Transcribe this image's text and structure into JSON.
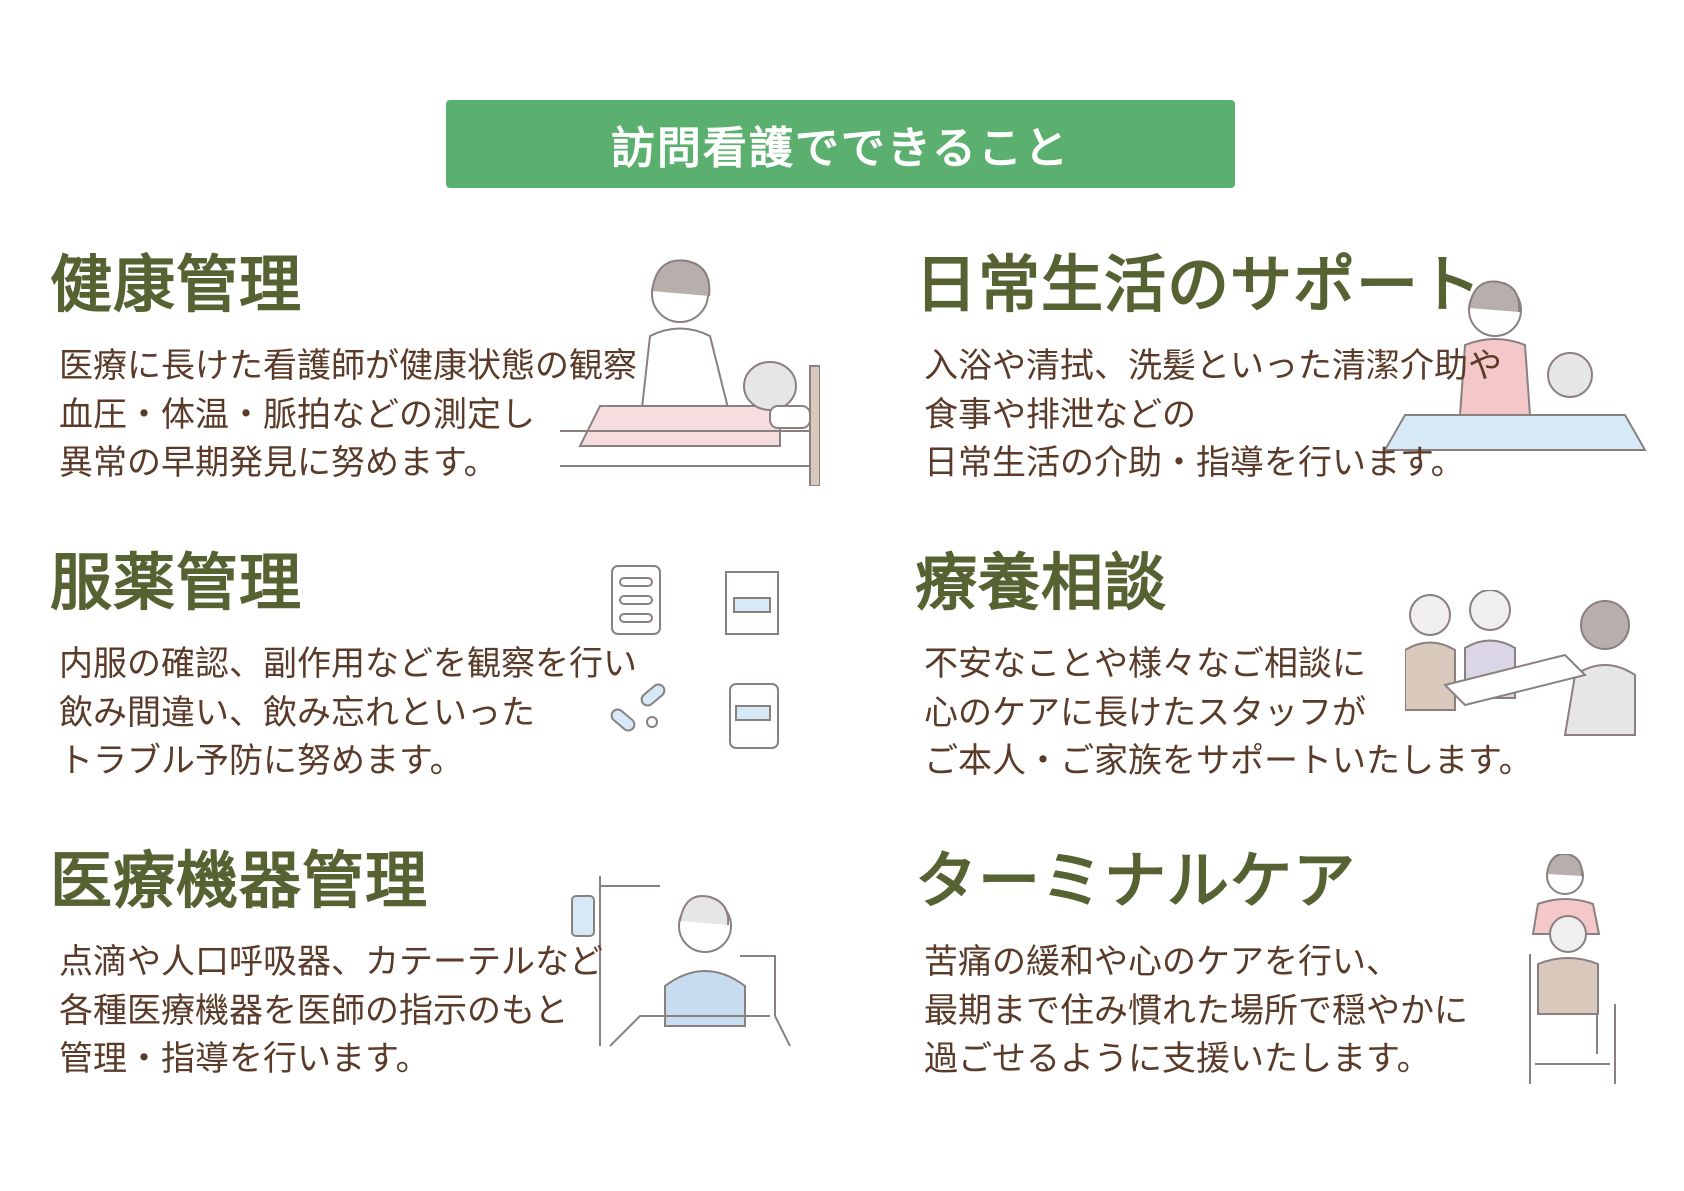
{
  "banner": {
    "title": "訪問看護でできること"
  },
  "colors": {
    "banner": "#5bb070",
    "heading": "#566232",
    "body": "#5a3a28"
  },
  "sections": [
    {
      "title": "健康管理",
      "lines": [
        "医療に長けた看護師が健康状態の観察",
        "血圧・体温・脈拍などの測定し",
        "異常の早期発見に努めます。"
      ],
      "icon": "nurse-with-patient-icon"
    },
    {
      "title": "日常生活のサポート",
      "lines": [
        "入浴や清拭、洗髪といった清潔介助や",
        "食事や排泄などの",
        "日常生活の介助・指導を行います。"
      ],
      "icon": "bathing-assistance-icon"
    },
    {
      "title": "服薬管理",
      "lines": [
        "内服の確認、副作用などを観察を行い",
        "飲み間違い、飲み忘れといった",
        "トラブル予防に努めます。"
      ],
      "icon": "medicine-icon"
    },
    {
      "title": "療養相談",
      "lines": [
        "不安なことや様々なご相談に",
        "心のケアに長けたスタッフが",
        "ご本人・ご家族をサポートいたします。"
      ],
      "icon": "consultation-icon"
    },
    {
      "title": "医療機器管理",
      "lines": [
        "点滴や人口呼吸器、カテーテルなど",
        "各種医療機器を医師の指示のもと",
        "管理・指導を行います。"
      ],
      "icon": "iv-drip-patient-icon"
    },
    {
      "title": "ターミナルケア",
      "lines": [
        "苦痛の緩和や心のケアを行い、",
        "最期まで住み慣れた場所で穏やかに",
        "過ごせるように支援いたします。"
      ],
      "icon": "wheelchair-care-icon"
    }
  ]
}
